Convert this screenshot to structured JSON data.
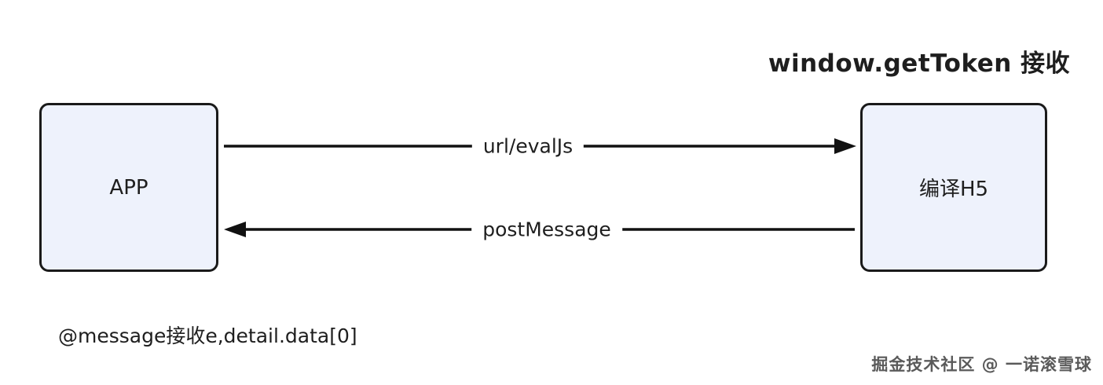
{
  "diagram": {
    "title": "window.getToken 接收",
    "nodes": [
      {
        "id": "app",
        "label": "APP"
      },
      {
        "id": "h5",
        "label": "编译H5"
      }
    ],
    "edges": [
      {
        "from": "app",
        "to": "h5",
        "label": "url/evalJs",
        "direction": "right"
      },
      {
        "from": "h5",
        "to": "app",
        "label": "postMessage",
        "direction": "left"
      }
    ],
    "note": "@message接收e,detail.data[0]",
    "watermark": "掘金技术社区 @ 一诺滚雪球",
    "colors": {
      "node_fill": "#eef2fc",
      "node_border": "#1a1a1a",
      "arrow": "#111111",
      "text": "#1e1e1e",
      "watermark_text": "#5a5a5a"
    }
  }
}
